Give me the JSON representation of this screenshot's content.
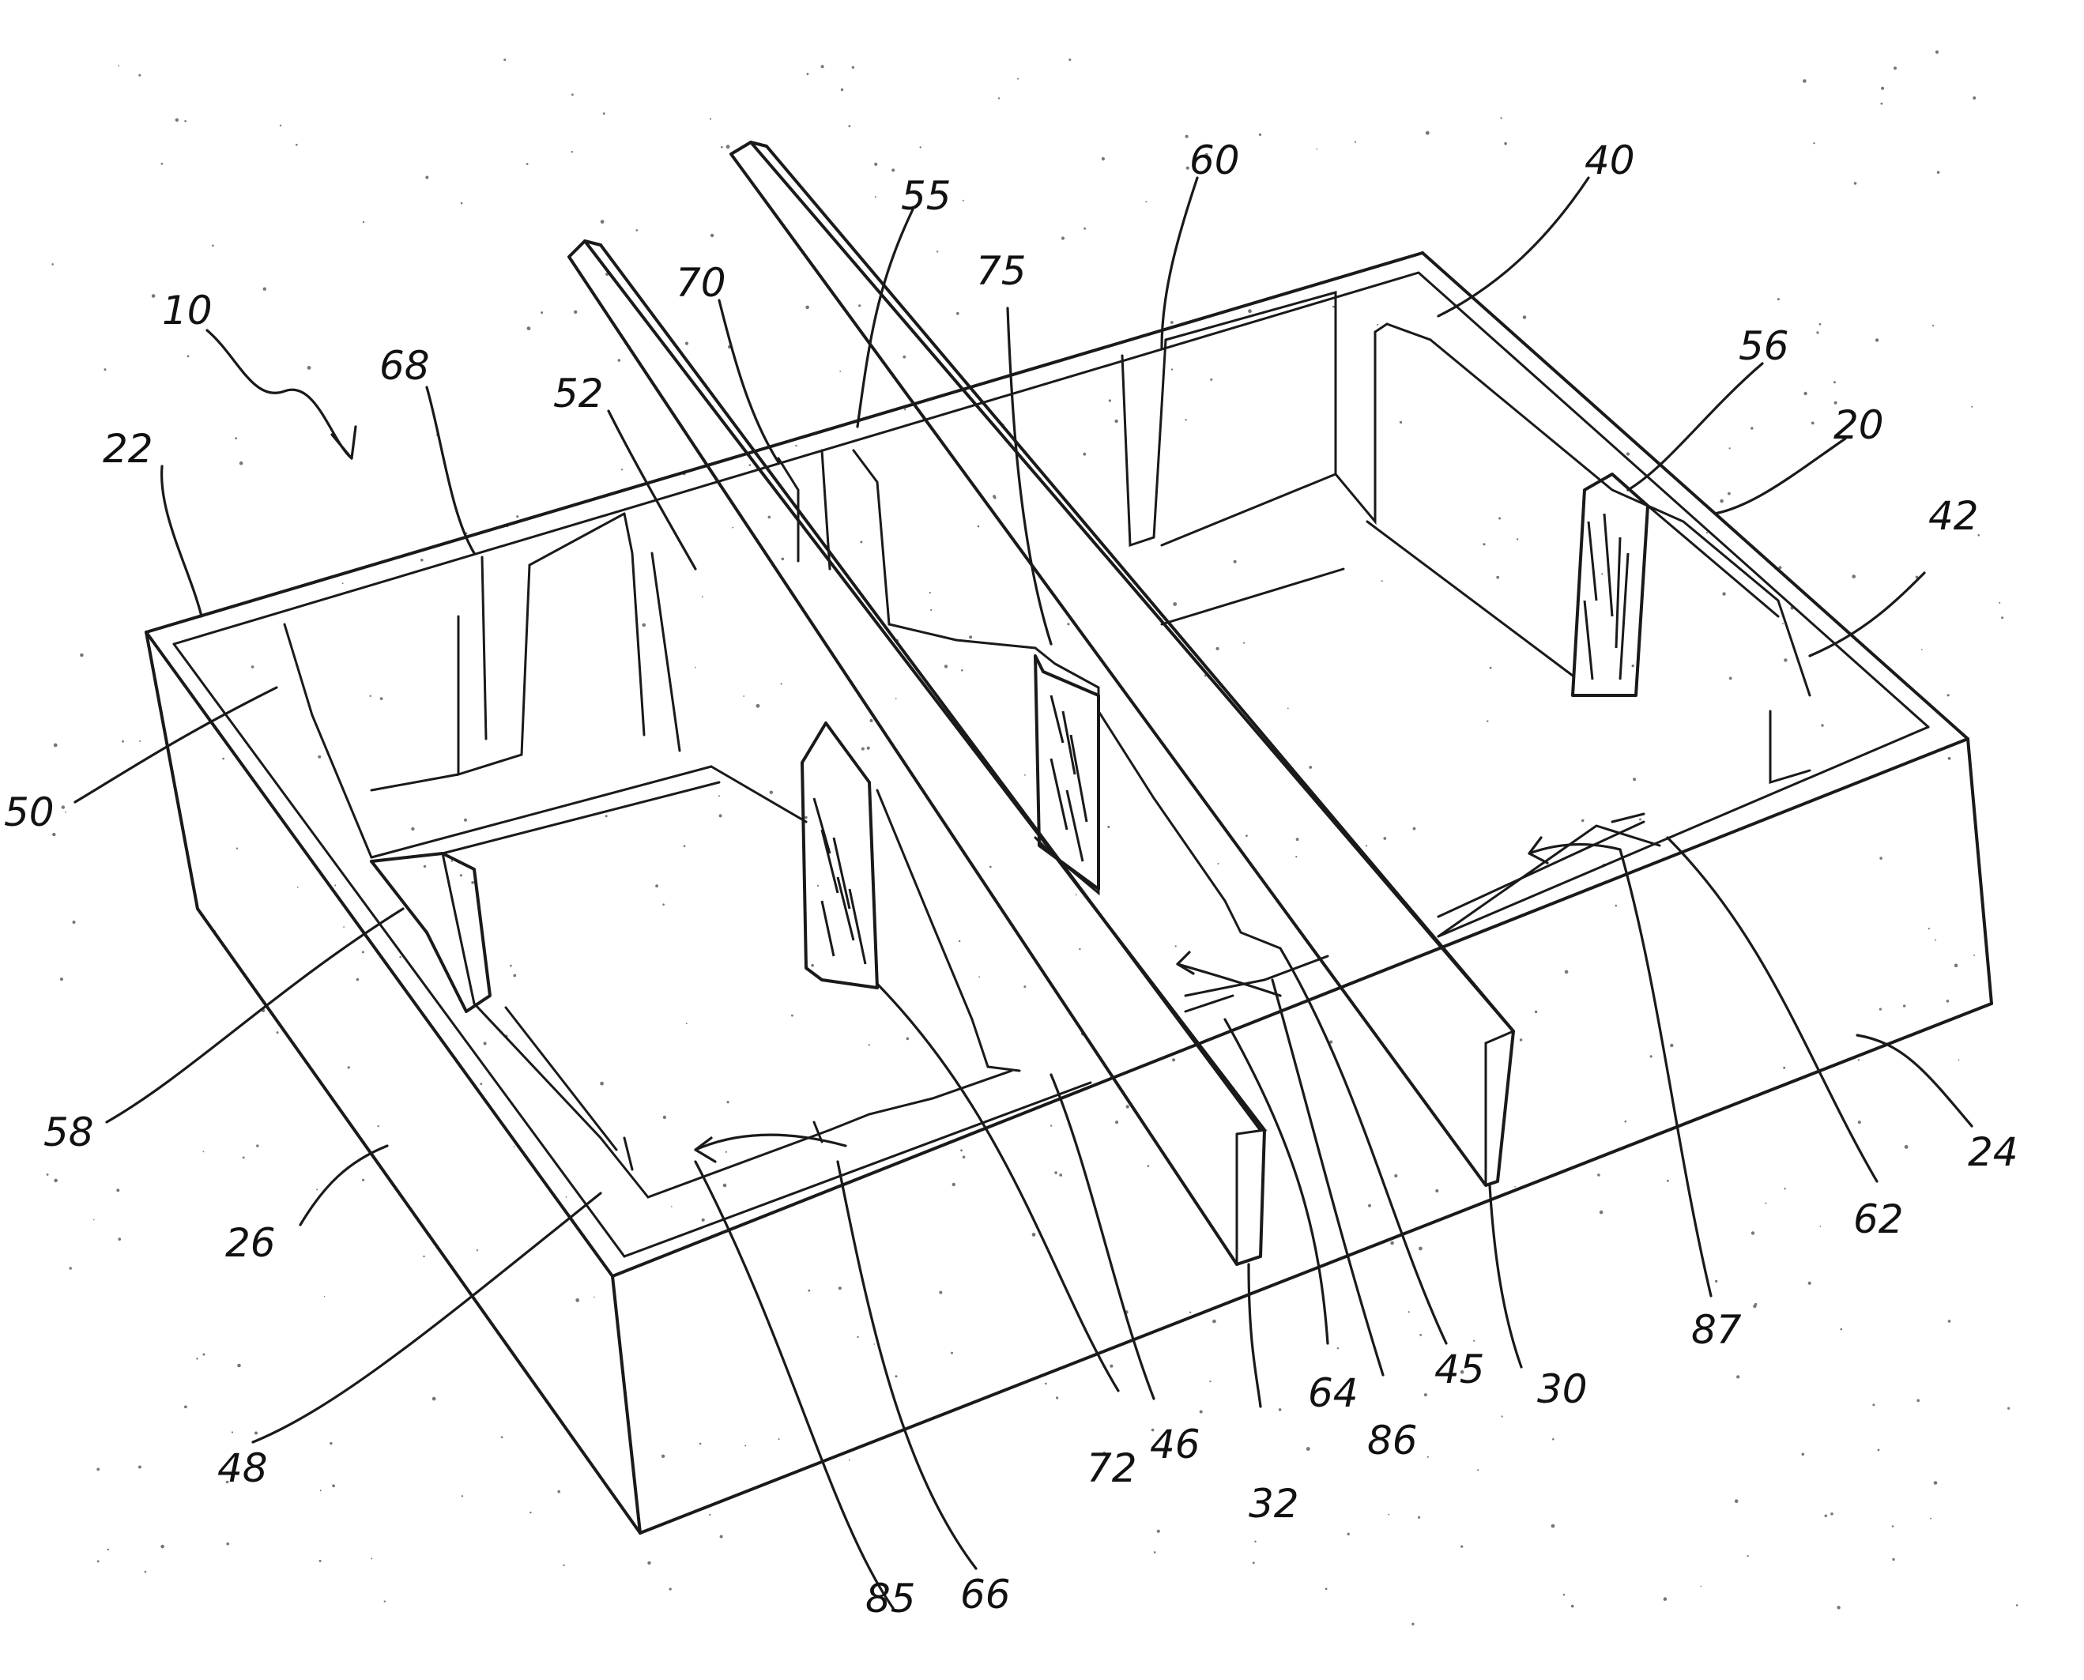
{
  "figure": {
    "labels": [
      {
        "id": "10",
        "text": "10"
      },
      {
        "id": "22",
        "text": "22"
      },
      {
        "id": "68",
        "text": "68"
      },
      {
        "id": "52",
        "text": "52"
      },
      {
        "id": "70",
        "text": "70"
      },
      {
        "id": "55",
        "text": "55"
      },
      {
        "id": "75",
        "text": "75"
      },
      {
        "id": "60",
        "text": "60"
      },
      {
        "id": "40",
        "text": "40"
      },
      {
        "id": "56",
        "text": "56"
      },
      {
        "id": "20",
        "text": "20"
      },
      {
        "id": "42",
        "text": "42"
      },
      {
        "id": "50",
        "text": "50"
      },
      {
        "id": "58",
        "text": "58"
      },
      {
        "id": "26",
        "text": "26"
      },
      {
        "id": "48",
        "text": "48"
      },
      {
        "id": "85",
        "text": "85"
      },
      {
        "id": "66",
        "text": "66"
      },
      {
        "id": "72",
        "text": "72"
      },
      {
        "id": "46",
        "text": "46"
      },
      {
        "id": "32",
        "text": "32"
      },
      {
        "id": "64",
        "text": "64"
      },
      {
        "id": "86",
        "text": "86"
      },
      {
        "id": "45",
        "text": "45"
      },
      {
        "id": "30",
        "text": "30"
      },
      {
        "id": "87",
        "text": "87"
      },
      {
        "id": "62",
        "text": "62"
      },
      {
        "id": "24",
        "text": "24"
      }
    ]
  }
}
